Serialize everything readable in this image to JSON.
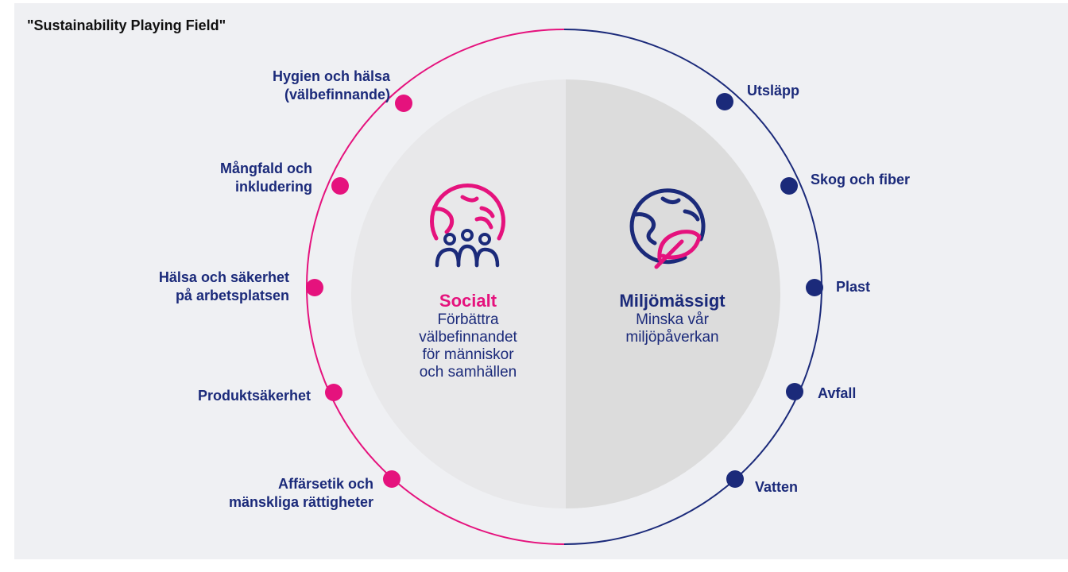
{
  "header": {
    "title": "\"Sustainability Playing Field\""
  },
  "colors": {
    "social": "#e5127d",
    "environment": "#1b2a7a",
    "background": "#eff0f3",
    "env_half": "#dcdcdc",
    "social_half": "#e8e8e8"
  },
  "social": {
    "title": "Socialt",
    "description": "Förbättra\nvälbefinnandet\nför människor\noch samhällen",
    "icon": "globe-people-icon",
    "points": [
      {
        "label": "Hygien och hälsa\n(välbefinnande)"
      },
      {
        "label": "Mångfald och\ninkludering"
      },
      {
        "label": "Hälsa och säkerhet\npå arbetsplatsen"
      },
      {
        "label": "Produktsäkerhet"
      },
      {
        "label": "Affärsetik och\nmänskliga rättigheter"
      }
    ]
  },
  "environment": {
    "title": "Miljömässigt",
    "description": "Minska vår\nmiljöpåverkan",
    "icon": "globe-leaf-icon",
    "points": [
      {
        "label": "Utsläpp"
      },
      {
        "label": "Skog och fiber"
      },
      {
        "label": "Plast"
      },
      {
        "label": "Avfall"
      },
      {
        "label": "Vatten"
      }
    ]
  }
}
